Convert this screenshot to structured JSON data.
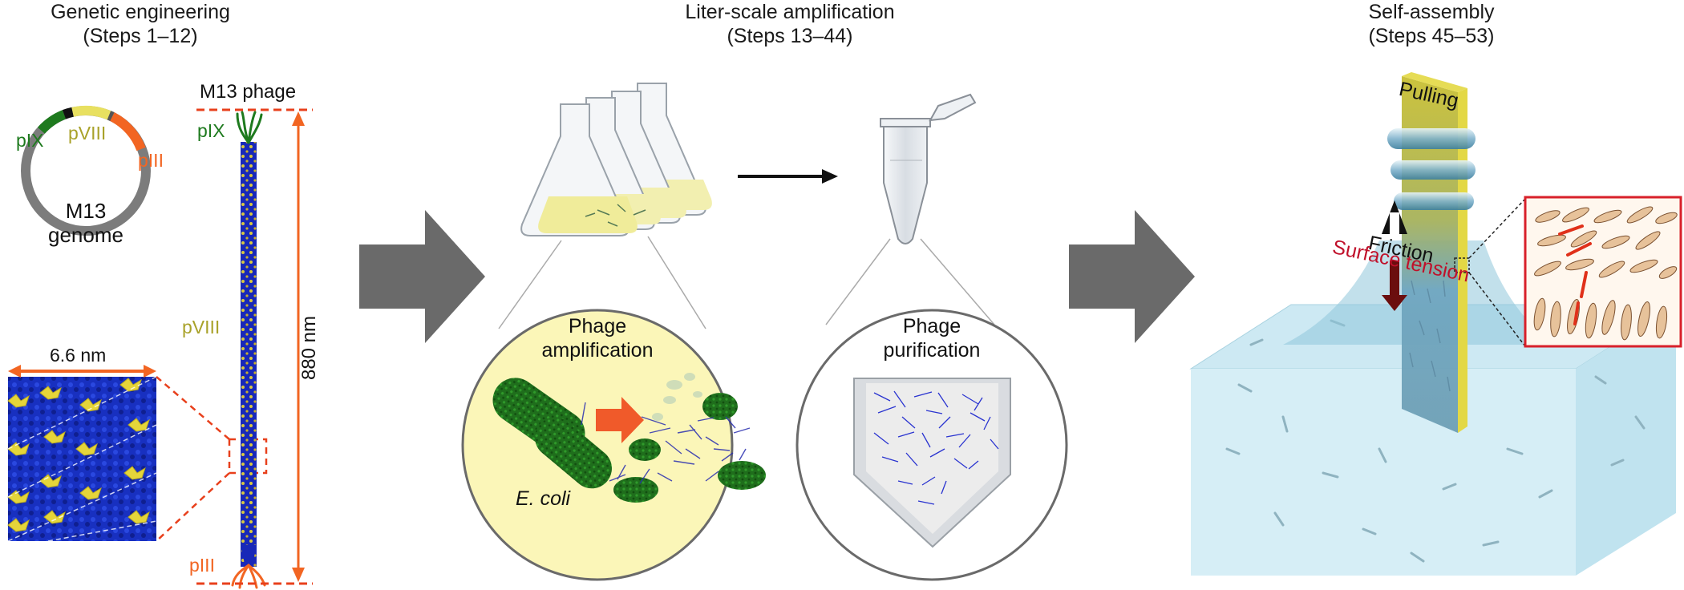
{
  "panels": {
    "genetic": {
      "title": "Genetic engineering",
      "steps": "(Steps 1–12)",
      "genome_line1": "M13",
      "genome_line2": "genome",
      "piX": "pIX",
      "pVIII": "pVIII",
      "pIII": "pIII",
      "phage_label": "M13 phage",
      "phage_pIX": "pIX",
      "phage_pVIII": "pVIII",
      "phage_pIII": "pIII",
      "length": "880 nm",
      "width": "6.6 nm"
    },
    "amplification": {
      "title": "Liter-scale amplification",
      "steps": "(Steps 13–44)",
      "amp_line1": "Phage",
      "amp_line2": "amplification",
      "ecoli": "E. coli",
      "pur_line1": "Phage",
      "pur_line2": "purification"
    },
    "assembly": {
      "title": "Self-assembly",
      "steps": "(Steps 45–53)",
      "pulling": "Pulling",
      "friction": "Friction",
      "surface_tension": "Surface tension"
    }
  },
  "colors": {
    "green": "#1e7a1e",
    "olive": "#a9a22a",
    "orange": "#f26522",
    "red_dash": "#e8401c",
    "blue": "#1a2fb8",
    "gray_arrow": "#6a6a6a",
    "dark_red_text": "#c0102a"
  }
}
